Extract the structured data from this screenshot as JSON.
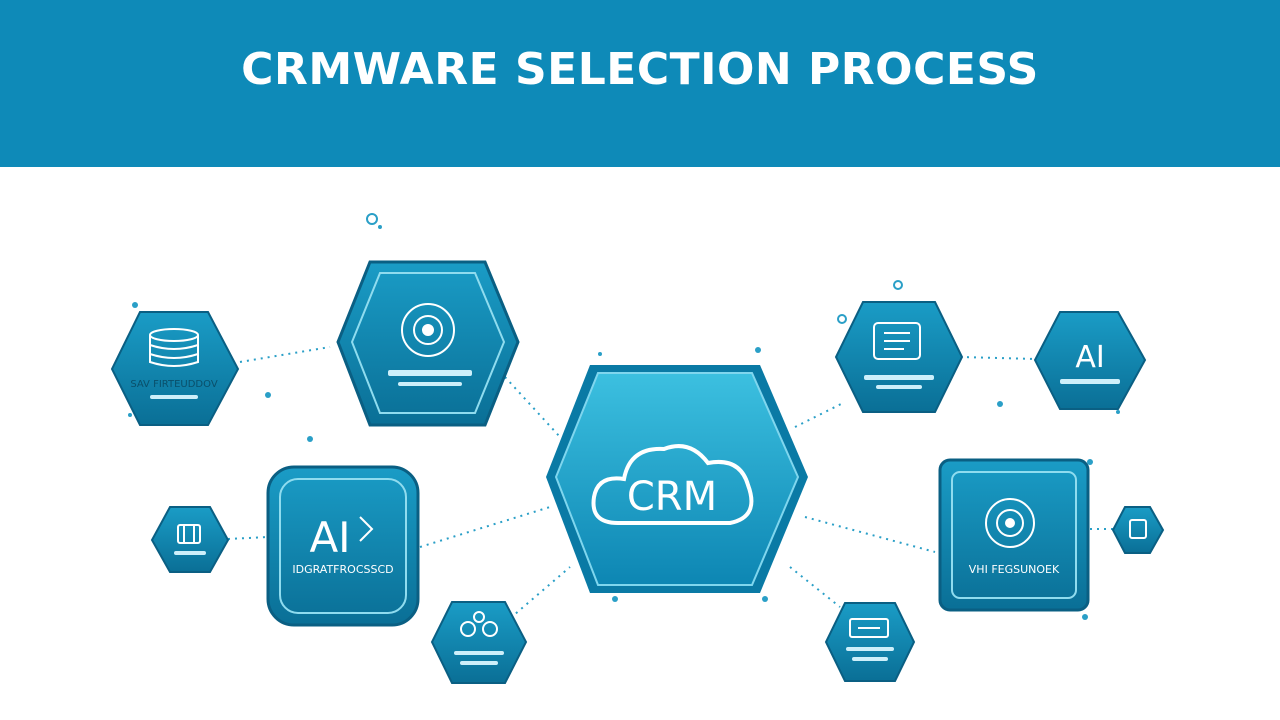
{
  "header": {
    "title": "CRMWARE SELECTION PROCESS",
    "background_color": "#0e8ab8"
  },
  "diagram": {
    "center": {
      "label": "CRM",
      "icon": "cloud-icon"
    },
    "nodes": [
      {
        "id": "left-small-database",
        "icon": "database-icon",
        "caption": "SAV FIRTEUDDOV"
      },
      {
        "id": "top-left-large",
        "icon": "gear-head-icon",
        "caption": ""
      },
      {
        "id": "left-small-chip",
        "icon": "chip-icon",
        "caption": ""
      },
      {
        "id": "left-ai-square",
        "icon": "ai-icon",
        "label": "AI",
        "caption": "IDGRATFROCSSCD"
      },
      {
        "id": "bottom-left-small",
        "icon": "network-icon",
        "caption": ""
      },
      {
        "id": "top-right-hex",
        "icon": "dashboard-icon",
        "caption": ""
      },
      {
        "id": "far-right-ai",
        "icon": "ai-icon",
        "label": "AI",
        "caption": ""
      },
      {
        "id": "right-square",
        "icon": "gear-icon",
        "caption": "VHI FEGSUNOEK"
      },
      {
        "id": "right-small-chip",
        "icon": "chip-icon",
        "caption": ""
      },
      {
        "id": "bottom-right-small",
        "icon": "server-icon",
        "caption": ""
      }
    ],
    "colors": {
      "primary": "#1aa3c9",
      "dark": "#0a6f96",
      "light": "#8fdcef",
      "line": "#2a9fc7"
    }
  }
}
